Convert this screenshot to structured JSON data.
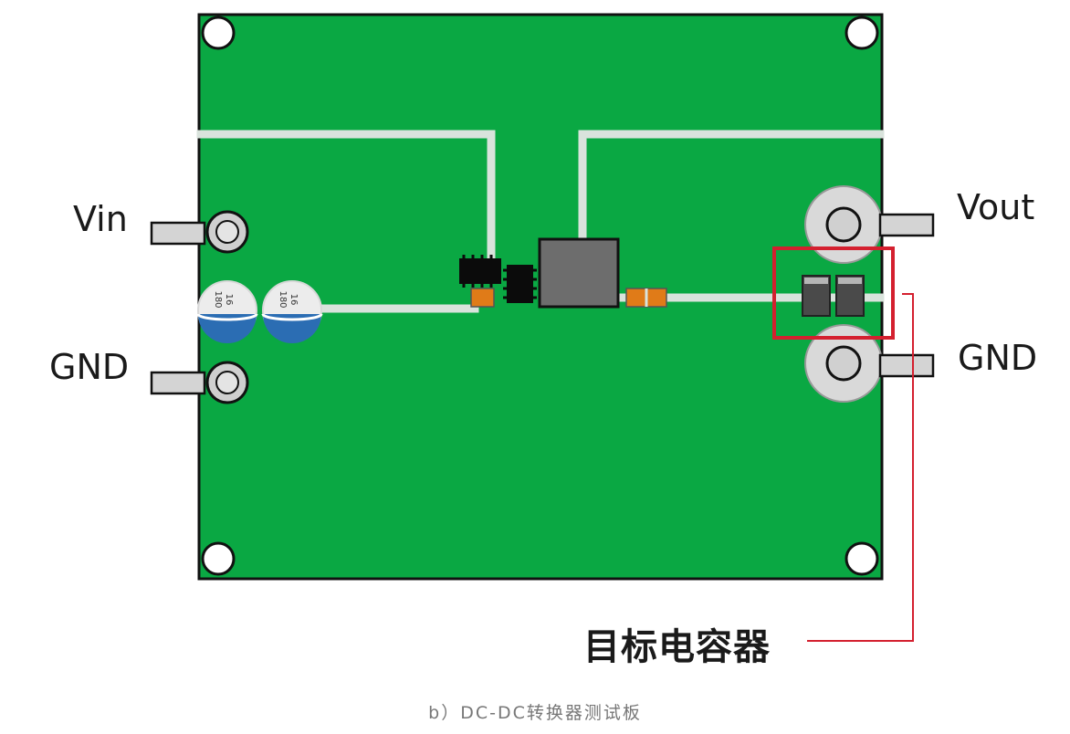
{
  "labels": {
    "vin": "Vin",
    "gnd_left": "GND",
    "vout": "Vout",
    "gnd_right": "GND"
  },
  "callout": "目标电容器",
  "capacitor_marking": {
    "value": "180",
    "voltage": "16"
  },
  "caption": "b）DC-DC转换器测试板",
  "colors": {
    "pcb": "#0aa843",
    "trace": "#d9e3dc",
    "highlight": "#d4202f",
    "ic": "#0b0b0b",
    "inductor": "#6d6d6d",
    "smd_small": "#e07b18",
    "target_cap": "#4a4a4a",
    "electrolytic_band": "#2b6db3"
  }
}
